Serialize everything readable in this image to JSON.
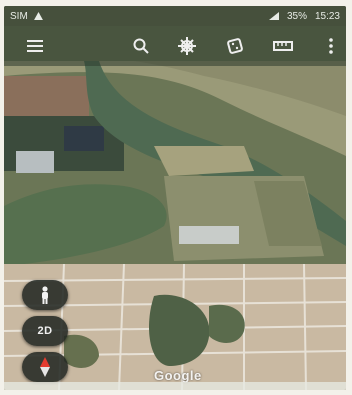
{
  "statusbar": {
    "carrier": "SIM",
    "battery": "35%",
    "time": "15:23"
  },
  "toolbar": {
    "menu_icon": "hamburger-menu-icon",
    "search_icon": "search-icon",
    "voyager_icon": "ship-wheel-icon",
    "random_icon": "dice-icon",
    "measure_icon": "ruler-icon",
    "more_icon": "more-vertical-icon"
  },
  "controls": {
    "pegman_icon": "pegman-icon",
    "view_mode": "2D",
    "compass_icon": "compass-icon"
  },
  "map": {
    "watermark": "Google"
  },
  "colors": {
    "toolbar": "#2d3a2d",
    "river": "#4f6a52",
    "fields": "#a6a27e",
    "town": "#c9b9a2"
  }
}
